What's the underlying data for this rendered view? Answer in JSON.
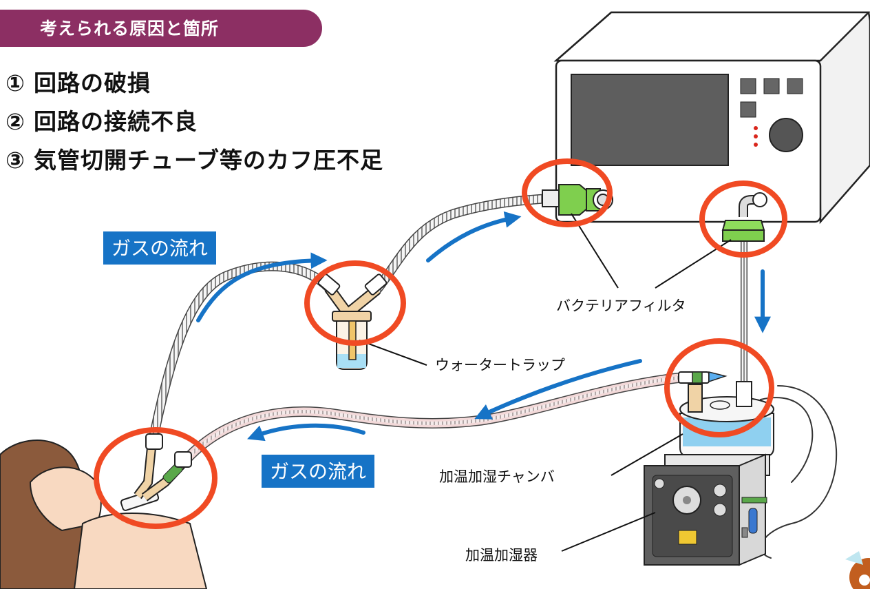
{
  "header": {
    "title": "考えられる原因と箇所"
  },
  "causes": [
    {
      "num": "①",
      "text": "回路の破損"
    },
    {
      "num": "②",
      "text": "回路の接続不良"
    },
    {
      "num": "③",
      "text": "気管切開チューブ等のカフ圧不足"
    }
  ],
  "flow_labels": {
    "upper": "ガスの流れ",
    "lower": "ガスの流れ"
  },
  "callouts": {
    "bacteria_filter": "バクテリアフィルタ",
    "water_trap": "ウォータートラップ",
    "chamber": "加温加湿チャンバ",
    "humidifier": "加温加湿器"
  },
  "colors": {
    "header_bg": "#8c2f63",
    "highlight_circle": "#f04a23",
    "flow_arrow": "#1673c6",
    "filter_green": "#7fcf4e",
    "water_blue": "#7fc8ee"
  },
  "icons": [
    "ventilator-icon",
    "water-trap-icon",
    "bacteria-filter-icon",
    "humidifier-icon",
    "chamber-icon",
    "patient-icon"
  ]
}
